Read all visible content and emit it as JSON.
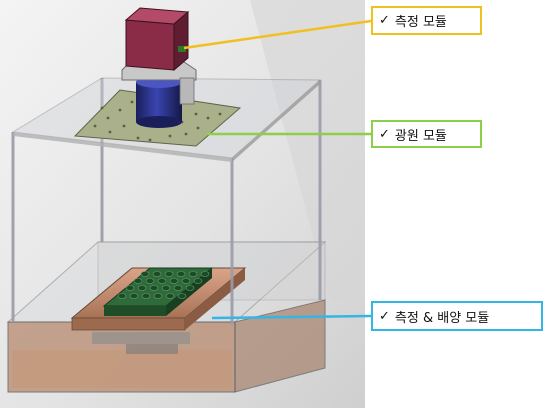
{
  "callouts": {
    "measurement_module": {
      "check": "✓",
      "label": "측정 모듈",
      "color": "#f0c020"
    },
    "light_source_module": {
      "check": "✓",
      "label": "광원 모듈",
      "color": "#8ccf4a"
    },
    "measurement_culture_module": {
      "check": "✓",
      "label": "측정 & 배양 모듈",
      "color": "#33b6e5"
    }
  }
}
